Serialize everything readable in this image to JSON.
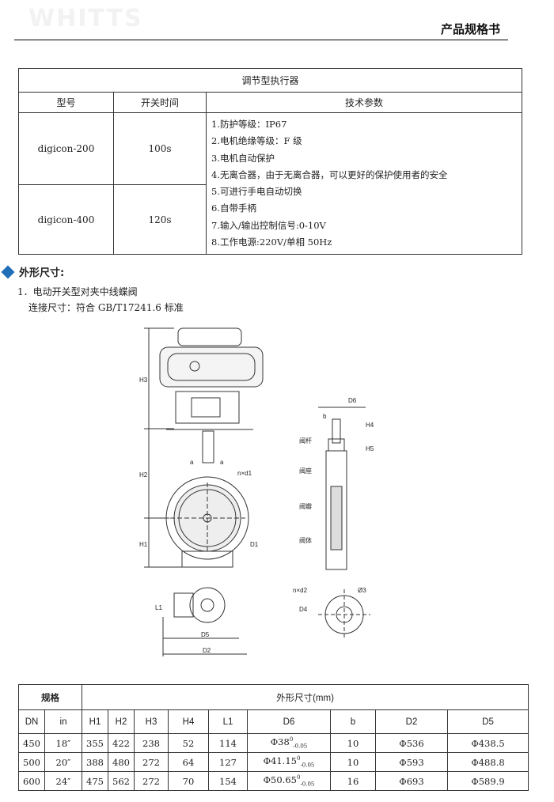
{
  "header": {
    "watermark": "WHITTS",
    "doc_title": "产品规格书"
  },
  "spec_table": {
    "title": "调节型执行器",
    "col_model": "型号",
    "col_time": "开关时间",
    "col_params": "技术参数",
    "rows": [
      {
        "model": "digicon-200",
        "time": "100s"
      },
      {
        "model": "digicon-400",
        "time": "120s"
      }
    ],
    "params": [
      "1.防护等级：IP67",
      "2.电机绝缘等级：F 级",
      "3.电机自动保护",
      "4.无离合器，由于无离合器，可以更好的保护使用者的安全",
      "5.可进行手电自动切换",
      "6.自带手柄",
      "7.输入/输出控制信号:0-10V",
      "8.工作电源:220V/单相 50Hz"
    ]
  },
  "section": {
    "title": "外形尺寸:",
    "item1": "1．电动开关型对夹中线蝶阀",
    "connection": "连接尺寸：符合 GB/T17241.6 标准"
  },
  "drawing_labels": {
    "H3": "H3",
    "H2": "H2",
    "H1": "H1",
    "D6": "D6",
    "b": "b",
    "H4": "H4",
    "H5": "H5",
    "nd1": "n×d1",
    "D1": "D1",
    "a": "a",
    "stem": "阀杆",
    "seat": "阀座",
    "disc": "阀瓣",
    "body": "阀体",
    "L1": "L1",
    "D5": "D5",
    "D2": "D2",
    "nd2": "n×d2",
    "phi3": "Ø3",
    "D4": "D4"
  },
  "dim_table": {
    "spec": "规格",
    "size": "外形尺寸(mm)",
    "cols": [
      "DN",
      "in",
      "H1",
      "H2",
      "H3",
      "H4",
      "L1",
      "D6",
      "b",
      "D2",
      "D5"
    ],
    "rows": [
      {
        "DN": "450",
        "in": "18″",
        "H1": "355",
        "H2": "422",
        "H3": "238",
        "H4": "52",
        "L1": "114",
        "D6": "Φ38",
        "D6sup": "0",
        "D6sub": "-0.05",
        "b": "10",
        "D2": "Φ536",
        "D5": "Φ438.5"
      },
      {
        "DN": "500",
        "in": "20″",
        "H1": "388",
        "H2": "480",
        "H3": "272",
        "H4": "64",
        "L1": "127",
        "D6": "Φ41.15",
        "D6sup": "0",
        "D6sub": "-0.05",
        "b": "10",
        "D2": "Φ593",
        "D5": "Φ488.8"
      },
      {
        "DN": "600",
        "in": "24″",
        "H1": "475",
        "H2": "562",
        "H3": "272",
        "H4": "70",
        "L1": "154",
        "D6": "Φ50.65",
        "D6sup": "0",
        "D6sub": "-0.05",
        "b": "16",
        "D2": "Φ693",
        "D5": "Φ589.9"
      }
    ]
  }
}
